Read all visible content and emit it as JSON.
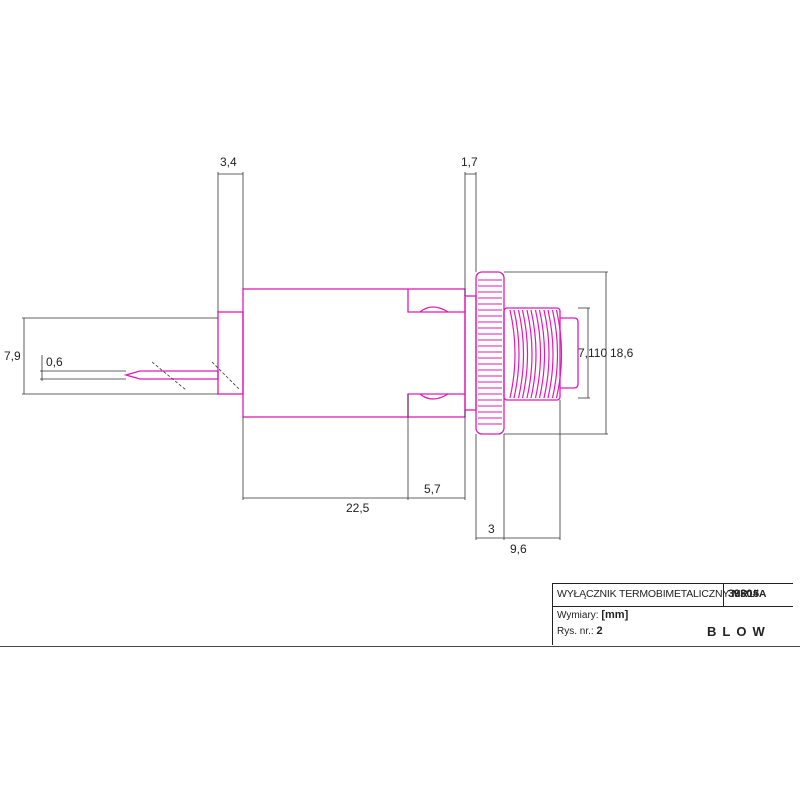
{
  "dimensions": {
    "d_3_4": "3,4",
    "d_1_7": "1,7",
    "d_7_9": "7,9",
    "d_0_6": "0,6",
    "d_22_5": "22,5",
    "d_5_7": "5,7",
    "d_3": "3",
    "d_9_6": "9,6",
    "d_7_110": "7,110",
    "d_18_6": "18,6"
  },
  "title_block": {
    "name_prefix": "WYŁĄCZNIK TERMOBIMETALICZNY ",
    "model": "MR15A",
    "code": "3930#",
    "units_label": "Wymiary: ",
    "units_value": "[mm]",
    "drawing_label": "Rys. nr.: ",
    "drawing_value": "2",
    "brand": "BLOW"
  },
  "colors": {
    "part_outline": "#e01ab4",
    "dimension_lines": "#333333"
  }
}
